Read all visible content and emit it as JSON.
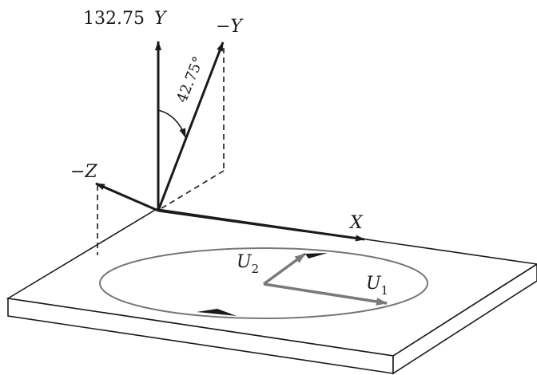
{
  "labels": {
    "y_value": "132.75",
    "y_axis": "Y",
    "neg_y": "−Y",
    "angle": "42.75°",
    "neg_z": "−Z",
    "x_axis": "X",
    "u2_base": "U",
    "u2_sub": "2",
    "u1_base": "U",
    "u1_sub": "1"
  },
  "colors": {
    "ink": "#1a1a1a",
    "vector_gray": "#7a7a7a",
    "ellipse": "#777777",
    "plate_face": "#ffffff"
  }
}
